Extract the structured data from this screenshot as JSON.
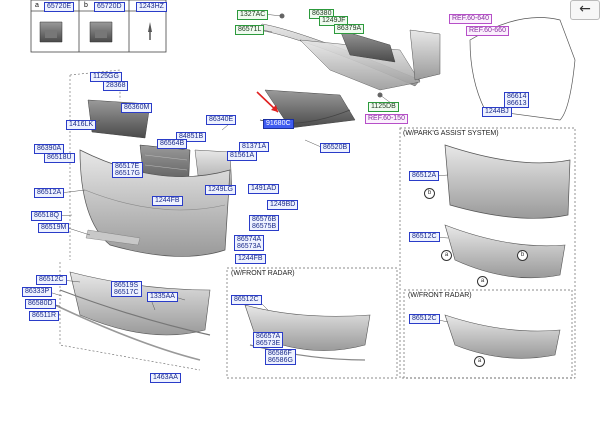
{
  "nav": {
    "back_glyph": "←",
    "back_icon": "arrow-left-icon"
  },
  "header_table": {
    "cells": [
      "a",
      "65720E",
      "b",
      "65720D",
      "1243HZ"
    ]
  },
  "sections": {
    "parking_assist": "(W/PARK'G ASSIST SYSTEM)",
    "front_radar_1": "(W/FRONT RADAR)",
    "front_radar_2": "(W/FRONT RADAR)"
  },
  "circle_letters": {
    "a": "a",
    "b": "b"
  },
  "parts": {
    "p1327AC": "1327AC",
    "p86571L": "86571L",
    "p86380": "86380",
    "p1249JF": "1249JF",
    "p86379A": "86379A",
    "ref60640": "REF.60-640",
    "ref60660": "REF.60-660",
    "p1125GG_a": "1125GG",
    "p28368": "28368",
    "p86360M": "86360M",
    "p1416LK": "1416LK",
    "p1125DB": "1125DB",
    "ref60150": "REF.60-150",
    "p86614": "86614",
    "p86613": "86613",
    "p1244BJ": "1244BJ",
    "p86340E": "86340E",
    "p91680C": "91680C",
    "p84851B": "84851B",
    "p86564B": "86564B",
    "p81371A": "81371A",
    "p81561A": "81561A",
    "p86520B": "86520B",
    "p86390A": "86390A",
    "p86518U": "86518U",
    "p86517E": "86517E",
    "p86517G": "86517G",
    "p86512A": "86512A",
    "p1249LG": "1249LG",
    "p1491AD": "1491AD",
    "p1244FB": "1244FB",
    "p1249BD": "1249BD",
    "p86518Q": "86518Q",
    "p86519M": "86519M",
    "p86576B": "86576B",
    "p86575B": "86575B",
    "p86574A": "86574A",
    "p86573A": "86573A",
    "p1244FB_b": "1244FB",
    "p86512C_a": "86512C",
    "p86333P": "86333P",
    "p86580D": "86580D",
    "p86511R": "86511R",
    "p86519S": "86519S",
    "p86517C": "86517C",
    "p1335AA": "1335AA",
    "p1463AA": "1463AA",
    "p86512C_b": "86512C",
    "p86657A": "86657A",
    "p86573E": "86573E",
    "p86586F": "86586F",
    "p86586G": "86586G",
    "p86512A_b": "86512A",
    "p86512C_c": "86512C",
    "p86512C_d": "86512C"
  },
  "colors": {
    "label_blue": "#2a3cc8",
    "label_green": "#2c9a3c",
    "label_ref": "#b64fc8",
    "highlight": "#3f5cf0",
    "arrow_red": "#e02020"
  }
}
